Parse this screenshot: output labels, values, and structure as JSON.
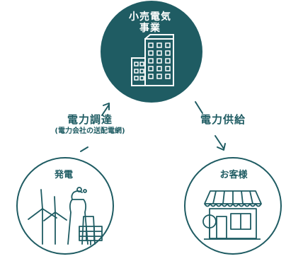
{
  "retailer": {
    "line1": "小売電気",
    "line2": "事業"
  },
  "procurement": {
    "label": "電力調達",
    "sub_label": "(電力会社の送配電網)"
  },
  "supply": {
    "label": "電力供給"
  },
  "generation": {
    "label": "発電"
  },
  "customer": {
    "label": "お客様"
  },
  "colors": {
    "primary": "#1f5c63",
    "on_primary": "#ffffff"
  }
}
